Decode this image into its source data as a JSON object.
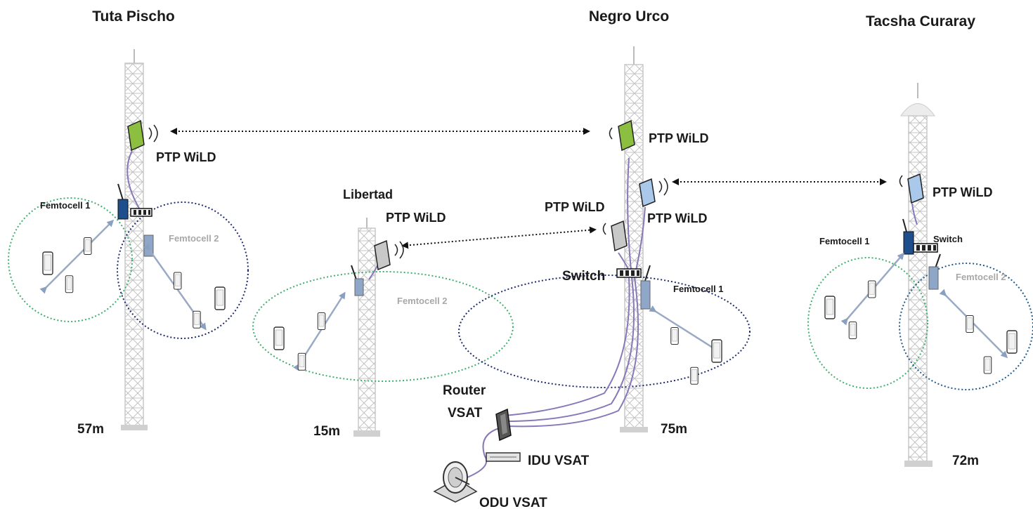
{
  "sites": {
    "tuta_pischo": {
      "name": "Tuta Pischo",
      "height": "57m",
      "ptp": "PTP WiLD",
      "femto1": "Femtocell 1",
      "femto2": "Femtocell 2"
    },
    "negro_urco": {
      "name": "Negro Urco",
      "height": "75m",
      "ptp_a": "PTP WiLD",
      "ptp_b": "PTP WiLD",
      "ptp_c": "PTP WiLD",
      "switch": "Switch",
      "femto1": "Femtocell 1"
    },
    "libertad": {
      "name": "Libertad",
      "height": "15m",
      "ptp": "PTP WiLD",
      "femto2": "Femtocell 2"
    },
    "tacsha_curaray": {
      "name": "Tacsha Curaray",
      "height": "72m",
      "ptp": "PTP WiLD",
      "switch": "Switch",
      "femto1": "Femtocell 1",
      "femto2": "Femtocell 2"
    }
  },
  "vsat": {
    "router": "Router\nVSAT",
    "router_line1": "Router",
    "router_line2": "VSAT",
    "idu": "IDU VSAT",
    "odu": "ODU VSAT"
  },
  "colors": {
    "ptp_green": "#8cbf3f",
    "ptp_blue": "#a9c8ea",
    "ptp_grey": "#c8c8c8",
    "femto_blue": "#1f4e8c",
    "coverage_green": "#3fae6e",
    "coverage_navy": "#1f2a6e",
    "cable": "#8878b8",
    "tower": "#d8d8d8"
  }
}
